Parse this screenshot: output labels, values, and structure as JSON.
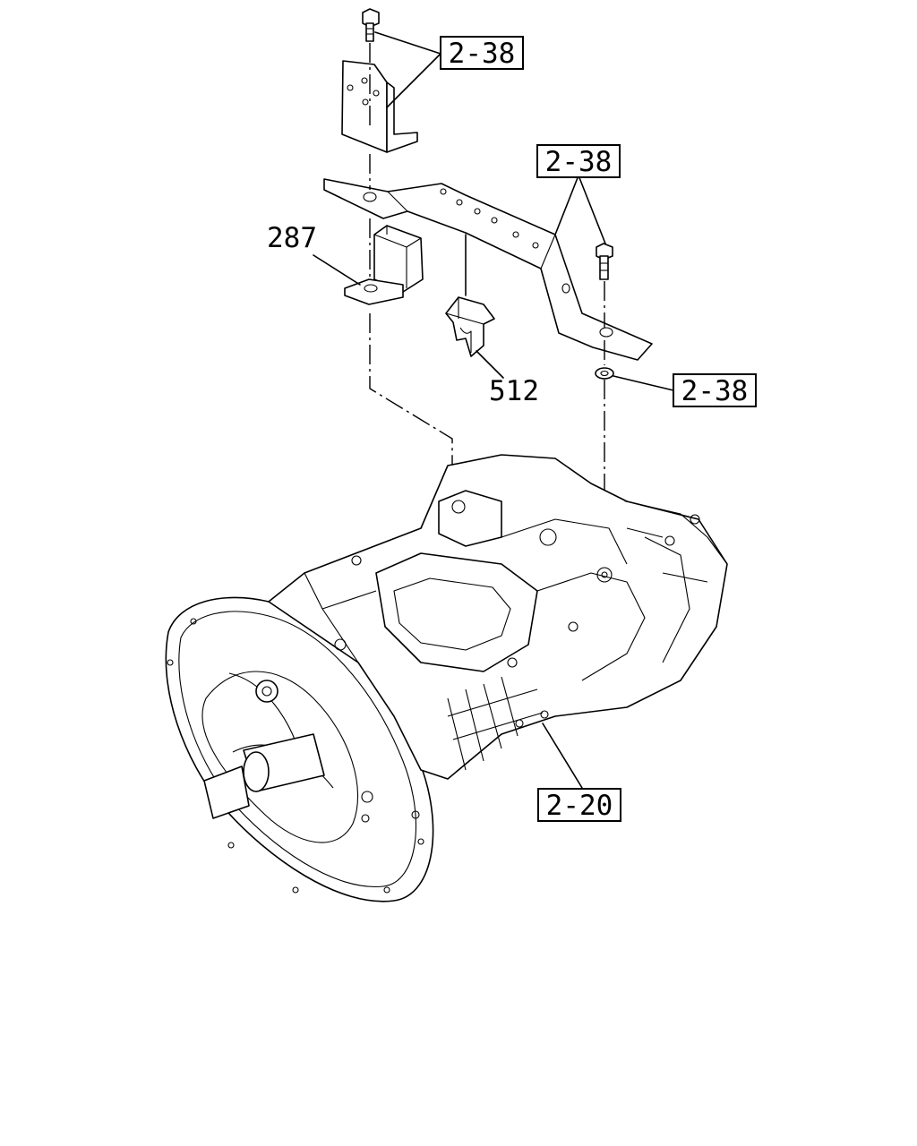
{
  "callouts": {
    "c1": "2-38",
    "c2": "2-38",
    "c3": "2-38",
    "c4": "287",
    "c5": "512",
    "c6": "2-20"
  }
}
